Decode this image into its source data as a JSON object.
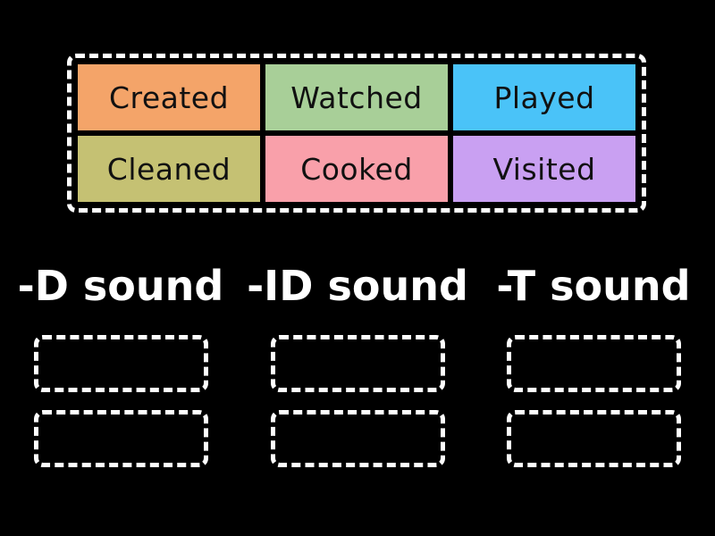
{
  "game": {
    "background_color": "#000000",
    "dash_border_color": "#ffffff",
    "pool": {
      "tiles": [
        {
          "label": "Created",
          "color": "#F4A469"
        },
        {
          "label": "Watched",
          "color": "#A8CF98"
        },
        {
          "label": "Played",
          "color": "#4AC3F8"
        },
        {
          "label": "Cleaned",
          "color": "#C5C173"
        },
        {
          "label": "Cooked",
          "color": "#F9A0AA"
        },
        {
          "label": "Visited",
          "color": "#C9A0F2"
        }
      ]
    },
    "categories": [
      {
        "label": "-D sound",
        "empty_slots": 2
      },
      {
        "label": "-ID sound",
        "empty_slots": 2
      },
      {
        "label": "-T sound",
        "empty_slots": 2
      }
    ]
  }
}
